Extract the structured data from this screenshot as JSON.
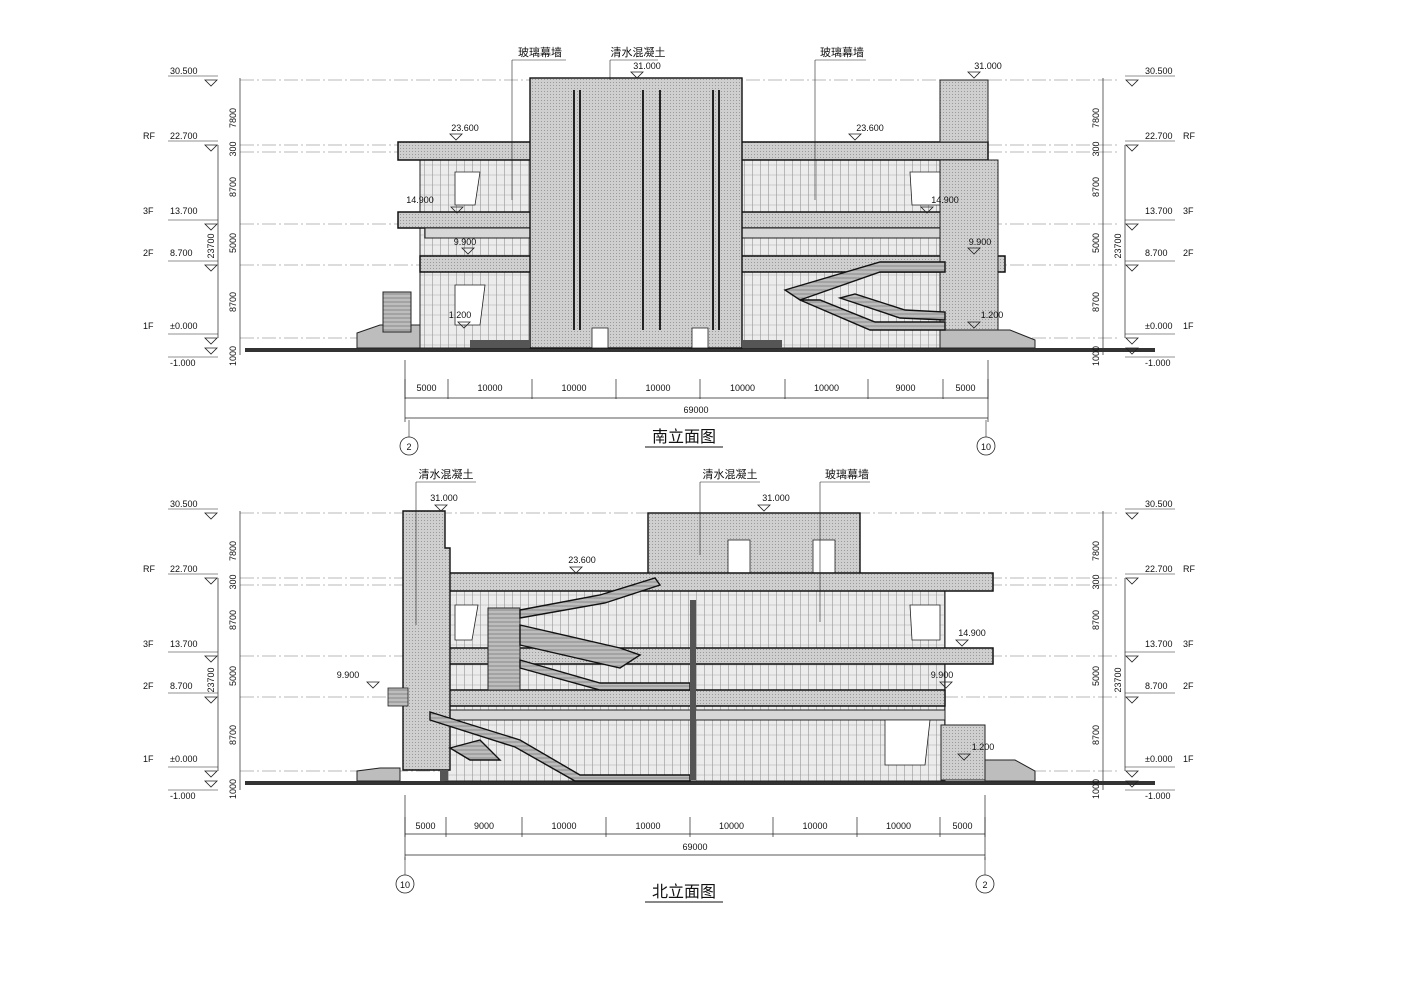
{
  "drawing": {
    "south": {
      "title": "南立面图",
      "annotations": {
        "curtain_wall_1": "玻璃幕墙",
        "concrete": "清水混凝土",
        "curtain_wall_2": "玻璃幕墙"
      },
      "left_levels": [
        {
          "name": "RF",
          "value": "22.700"
        },
        {
          "name": "3F",
          "value": "13.700"
        },
        {
          "name": "2F",
          "value": "8.700"
        },
        {
          "name": "1F",
          "value": "±0.000"
        }
      ],
      "top_level": "30.500",
      "bottom_level": "-1.000",
      "vert_dims": [
        "7800",
        "300",
        "8700",
        "5000",
        "8700",
        "1000"
      ],
      "overall_vert": "23700",
      "elev_marks": [
        "31.000",
        "31.000",
        "23.600",
        "23.600",
        "14.900",
        "14.900",
        "9.900",
        "9.900",
        "1.200",
        "1.200"
      ],
      "bays": [
        "5000",
        "10000",
        "10000",
        "10000",
        "10000",
        "10000",
        "9000",
        "5000"
      ],
      "total": "69000",
      "axis_left": "2",
      "axis_right": "10"
    },
    "north": {
      "title": "北立面图",
      "annotations": {
        "concrete_1": "清水混凝土",
        "concrete_2": "清水混凝土",
        "curtain_wall": "玻璃幕墙"
      },
      "left_levels": [
        {
          "name": "RF",
          "value": "22.700"
        },
        {
          "name": "3F",
          "value": "13.700"
        },
        {
          "name": "2F",
          "value": "8.700"
        },
        {
          "name": "1F",
          "value": "±0.000"
        }
      ],
      "top_level": "30.500",
      "bottom_level": "-1.000",
      "vert_dims": [
        "7800",
        "300",
        "8700",
        "5000",
        "8700",
        "1000"
      ],
      "overall_vert": "23700",
      "elev_marks": [
        "31.000",
        "31.000",
        "23.600",
        "14.900",
        "9.900",
        "9.900",
        "1.200"
      ],
      "bays": [
        "5000",
        "9000",
        "10000",
        "10000",
        "10000",
        "10000",
        "10000",
        "5000"
      ],
      "total": "69000",
      "axis_left": "10",
      "axis_right": "2"
    }
  }
}
